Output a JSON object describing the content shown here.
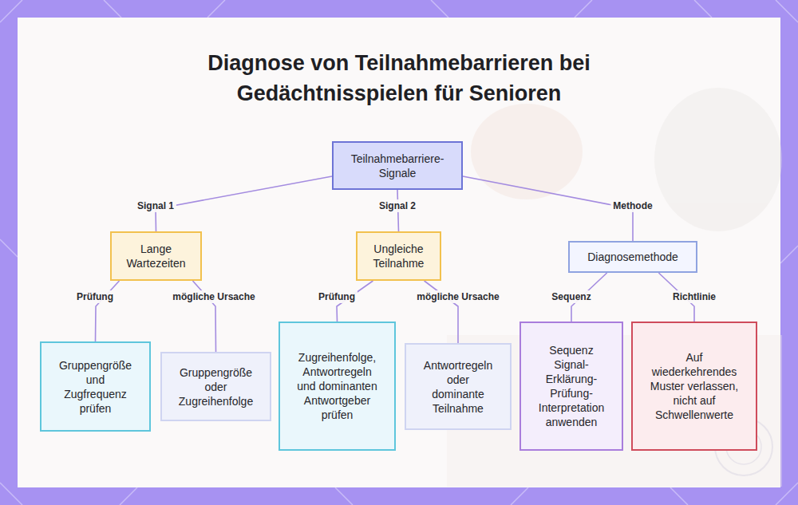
{
  "diagram": {
    "title": "Diagnose von Teilnahmebarrieren bei Gedächtnisspielen für Senioren",
    "nodes": [
      {
        "text": [
          "Teilnahmebarriere-Signale"
        ]
      },
      {
        "text": [
          "Lange Wartezeiten"
        ]
      },
      {
        "text": [
          "Ungleiche Teilnahme"
        ]
      },
      {
        "text": [
          "Diagnosemethode"
        ]
      },
      {
        "text": [
          "Gruppengröße und Zugfrequenz prüfen"
        ]
      },
      {
        "text": [
          "Gruppengröße oder Zugreihenfolge"
        ]
      },
      {
        "text": [
          "Zugreihenfolge, Antwortregeln und dominanten Antwortgeber prüfen"
        ]
      },
      {
        "text": [
          "Antwortregeln oder dominante Teilnahme"
        ]
      },
      {
        "text": [
          "Sequenz Signal-Erklärung-Prüfung-Interpretation anwenden"
        ]
      },
      {
        "text": [
          "Auf wiederkehrendes Muster verlassen, nicht auf Schwellenwerte"
        ]
      }
    ],
    "edges": [
      {
        "from": 0,
        "to": 1,
        "label": "Signal 1",
        "arrow": "none"
      },
      {
        "from": 0,
        "to": 2,
        "label": "Signal 2",
        "arrow": "none"
      },
      {
        "from": 0,
        "to": 3,
        "label": "Methode",
        "arrow": "none"
      },
      {
        "from": 1,
        "to": 4,
        "label": "Prüfung",
        "arrow": "none"
      },
      {
        "from": 1,
        "to": 5,
        "label": "mögliche Ursache",
        "arrow": "none"
      },
      {
        "from": 2,
        "to": 6,
        "label": "Prüfung",
        "arrow": "none"
      },
      {
        "from": 2,
        "to": 7,
        "label": "mögliche Ursache",
        "arrow": "none"
      },
      {
        "from": 3,
        "to": 8,
        "label": "Sequenz",
        "arrow": "none"
      },
      {
        "from": 3,
        "to": 9,
        "label": "Richtlinie",
        "arrow": "none"
      }
    ]
  }
}
